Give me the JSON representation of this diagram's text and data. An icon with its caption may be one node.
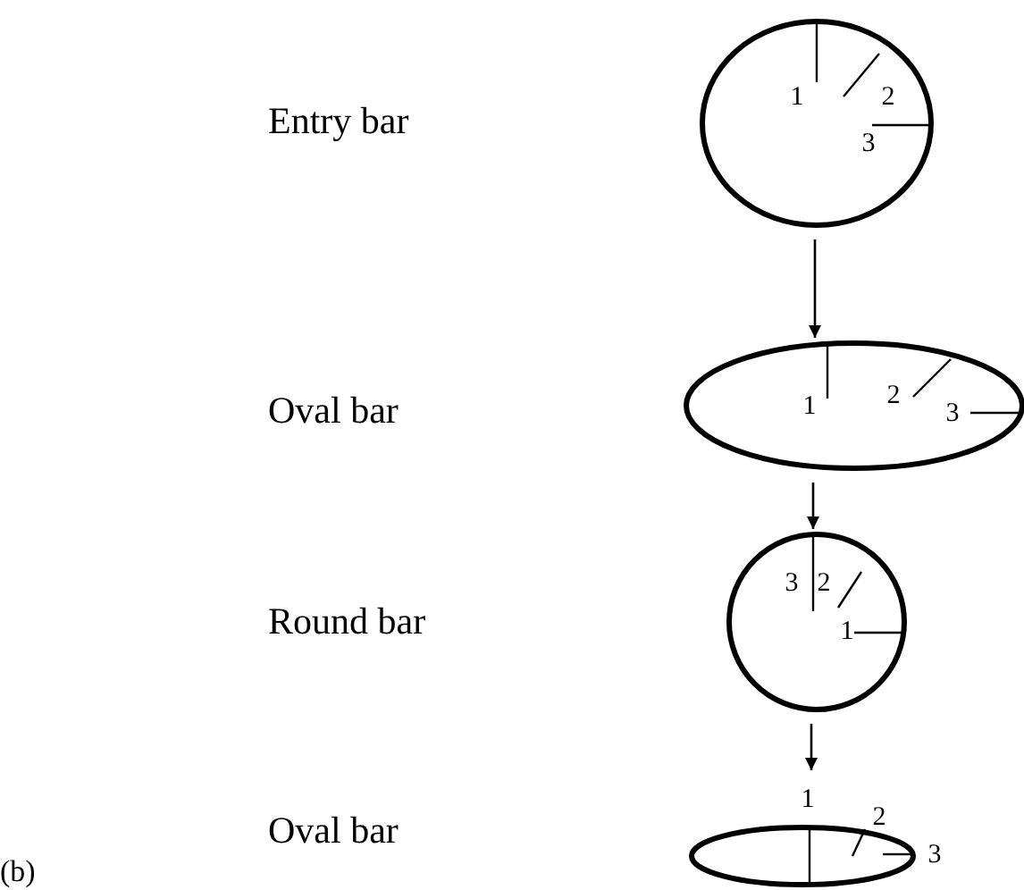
{
  "diagram": {
    "nodes": [
      {
        "text": [
          "1",
          "2",
          "3"
        ]
      },
      {
        "text": [
          "1",
          "2",
          "3"
        ]
      },
      {
        "text": [
          "3",
          "2",
          "1"
        ]
      },
      {
        "text": [
          "1",
          "2",
          "3"
        ]
      }
    ],
    "edges": [
      {
        "from": 0,
        "to": 1,
        "arrow": "to"
      },
      {
        "from": 1,
        "to": 2,
        "arrow": "to"
      },
      {
        "from": 2,
        "to": 3,
        "arrow": "to"
      }
    ],
    "labels": [
      "Entry bar",
      "Oval bar",
      "Round bar",
      "Oval bar",
      "(b)"
    ]
  }
}
